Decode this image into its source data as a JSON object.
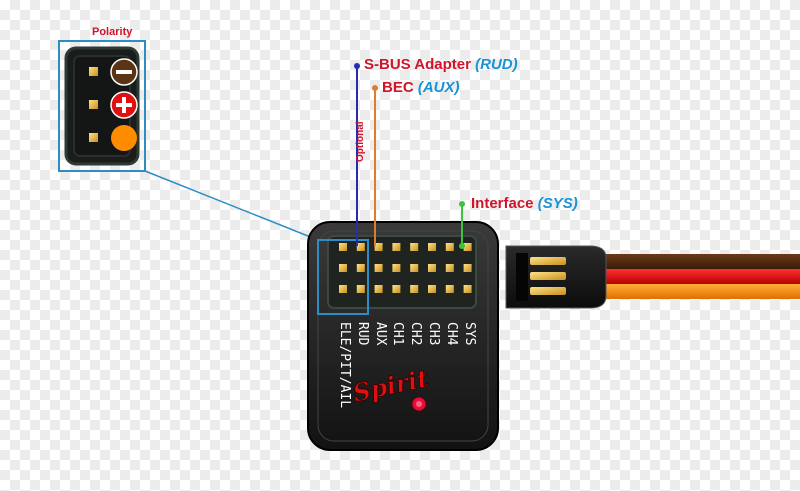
{
  "labels": {
    "polarity": "Polarity",
    "sbus_main": "S-BUS Adapter",
    "sbus_sub": "(RUD)",
    "bec_main": "BEC",
    "bec_sub": "(AUX)",
    "iface_main": "Interface",
    "iface_sub": "(SYS)",
    "optional": "Optional",
    "brand": "Spirit"
  },
  "pin_labels": [
    "ELE/PIT/AIL",
    "RUD",
    "AUX",
    "CH1",
    "CH2",
    "CH3",
    "CH4",
    "SYS"
  ],
  "colors": {
    "label_red": "#d0152a",
    "label_blue": "#1a92d6",
    "sbus_line": "#2a2ab0",
    "bec_line": "#e07a2c",
    "iface_line": "#3cc43c",
    "highlight": "#2c8ec4",
    "wire_brown": "#4a2a10",
    "wire_red": "#e01010",
    "wire_orange": "#ff8c00",
    "pin_gold": "#e8b23a"
  },
  "icons": {
    "negative": "minus-circle-icon",
    "positive": "plus-circle-icon",
    "signal": "orange-dot-icon"
  }
}
